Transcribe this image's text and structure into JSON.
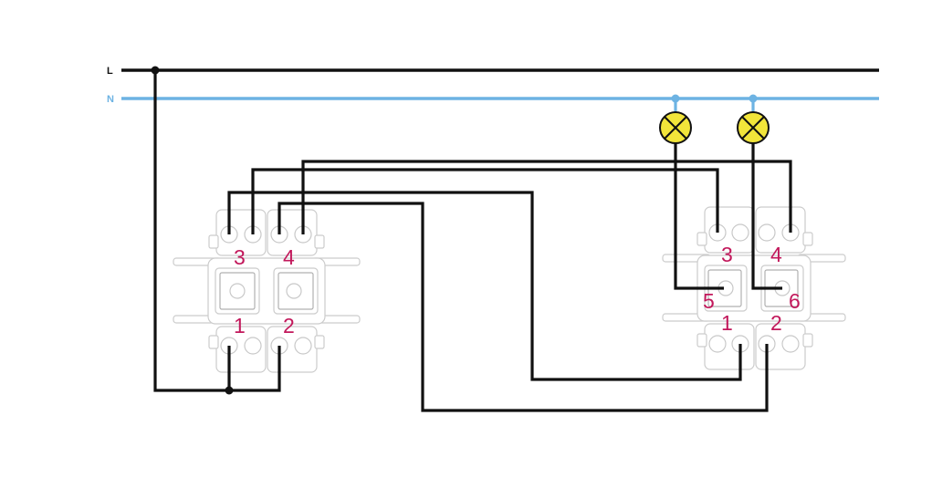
{
  "lines": {
    "live_label": "L",
    "neutral_label": "N",
    "live_color": "#111111",
    "neutral_color": "#6db3e3"
  },
  "switch_left": {
    "terminals": [
      "3",
      "4",
      "1",
      "2"
    ]
  },
  "switch_right": {
    "terminals": [
      "3",
      "4",
      "5",
      "6",
      "1",
      "2"
    ]
  },
  "lamps": {
    "color": "#f2e53a",
    "count": 2
  },
  "colors": {
    "terminal_text": "#c2185b",
    "device_outline": "#cccccc"
  }
}
